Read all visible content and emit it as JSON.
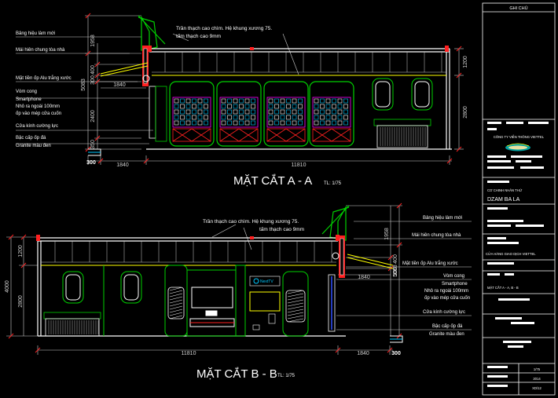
{
  "sheet": {
    "title_block": {
      "notes_header": "GHI CHÚ",
      "company": "CÔNG TY VIỄN THÔNG VIETTEL",
      "project_owner": "CƠ CHINH NHÂN THỨ",
      "project_name": "DZAM BA LA",
      "project_desc": "CỬA HÀNG GIAO DỊCH VIETTEL",
      "drawing_name": "MẶT CẮT A - A, B - B",
      "scale": "1/75",
      "year": "2014",
      "sheet_no": "XD/12"
    }
  },
  "section_a": {
    "title": "MẶT CẮT A - A",
    "scale_label": "TL: 1/75",
    "ceiling_note_1": "Trần thạch cao chìm. Hệ khung xương 75.",
    "ceiling_note_2": "tấm thạch cao 9mm",
    "label_sign": "Bảng hiệu làm mới",
    "label_awning": "Mái hiên chung tòa nhà",
    "label_front": "Mặt tiền ốp Alu trắng xước",
    "label_arch_1": "Vòm cong",
    "label_arch_2": "Smartphone",
    "label_arch_3": "Nhô ra ngoài 100mm",
    "label_arch_4": "ốp vào mép cửa cuốn",
    "label_glass": "Cửa kính cường lực",
    "label_base_1": "Bậc cấp ốp đá",
    "label_base_2": "Granite màu đen",
    "dim_top": "1958",
    "dim_height": "5083",
    "dim_mid": "400",
    "dim_300": "300",
    "dim_2400": "2400",
    "dim_350": "350",
    "dim_1840_inner": "1840",
    "dim_right_1200": "1200",
    "dim_right_2800": "2800",
    "dim_bottom_300": "300",
    "dim_bottom_1840": "1840",
    "dim_bottom_11810": "11810"
  },
  "section_b": {
    "title": "MẶT CẮT B - B",
    "scale_label": "TL: 1/75",
    "ceiling_note_1": "Trần thạch cao chìm. Hệ khung xương 75.",
    "ceiling_note_2": "tấm thạch cao 9mm",
    "label_sign": "Bảng hiệu làm mới",
    "label_awning": "Mái hiên chung tòa nhà",
    "label_front": "Mặt tiền ốp Alu trắng xước",
    "label_arch_1": "Vòm cong",
    "label_arch_2": "Smartphone",
    "label_arch_3": "Nhô ra ngoài 100mm",
    "label_arch_4": "ốp vào mép cửa cuốn",
    "label_glass": "Cửa kính cường lực",
    "label_base_1": "Bậc cấp ốp đá",
    "label_base_2": "Granite màu đen",
    "tv_brand": "NextTV",
    "dim_left_4000": "4000",
    "dim_left_1200": "1200",
    "dim_left_2800": "2800",
    "dim_right_1958": "1958",
    "dim_right_5083": "5083",
    "dim_right_400": "400",
    "dim_right_300": "300",
    "dim_1840_inner": "1840",
    "dim_bottom_11810": "11810",
    "dim_bottom_1840": "1840",
    "dim_bottom_300": "300"
  },
  "colors": {
    "background": "#000000",
    "wall": "#ffffff",
    "dimension": "#d0d0d0",
    "green": "#00d000",
    "yellow": "#ffff00",
    "red": "#ff2020",
    "magenta": "#ff00ff",
    "cyan": "#00c8ff",
    "blue": "#3050ff"
  }
}
